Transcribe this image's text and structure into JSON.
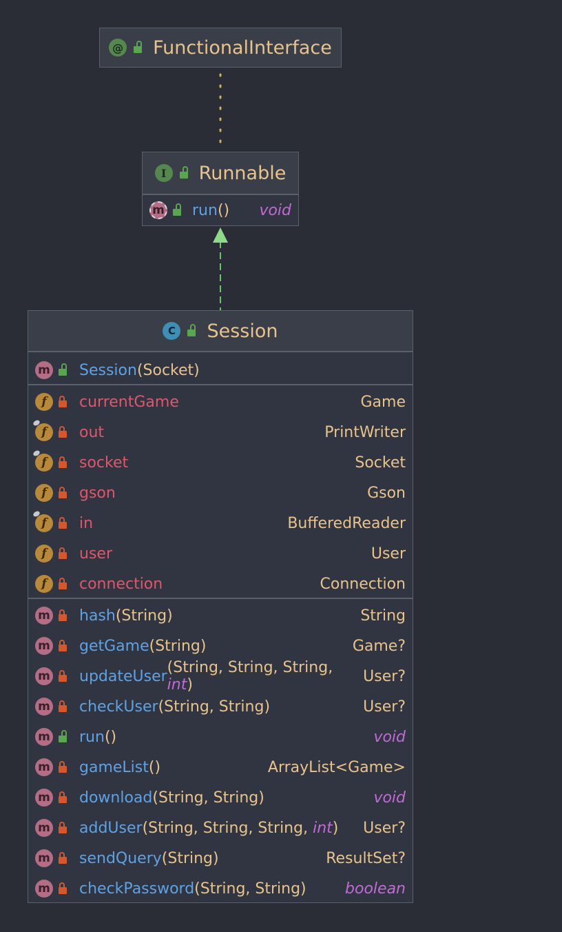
{
  "functional_interface": {
    "title": "FunctionalInterface",
    "badge": "@"
  },
  "runnable": {
    "title": "Runnable",
    "badge": "I",
    "methods": [
      {
        "name": "run",
        "params": "()",
        "returns": "void"
      }
    ]
  },
  "session": {
    "title": "Session",
    "badge": "C",
    "constructors": [
      {
        "name": "Session",
        "params": "(Socket)"
      }
    ],
    "fields": [
      {
        "name": "currentGame",
        "type": "Game"
      },
      {
        "name": "out",
        "type": "PrintWriter"
      },
      {
        "name": "socket",
        "type": "Socket"
      },
      {
        "name": "gson",
        "type": "Gson"
      },
      {
        "name": "in",
        "type": "BufferedReader"
      },
      {
        "name": "user",
        "type": "User"
      },
      {
        "name": "connection",
        "type": "Connection"
      }
    ],
    "methods": [
      {
        "name": "hash",
        "params": "(String)",
        "returns": "String"
      },
      {
        "name": "getGame",
        "params": "(String)",
        "returns": "Game?"
      },
      {
        "name": "updateUser",
        "params_pre": "(String, String, String, ",
        "params_kw": "int",
        "params_post": ")",
        "returns": "User?"
      },
      {
        "name": "checkUser",
        "params": "(String, String)",
        "returns": "User?"
      },
      {
        "name": "run",
        "params": "()",
        "returns": "void"
      },
      {
        "name": "gameList",
        "params": "()",
        "returns": "ArrayList<Game>"
      },
      {
        "name": "download",
        "params": "(String, String)",
        "returns": "void"
      },
      {
        "name": "addUser",
        "params_pre": "(String, String, String, ",
        "params_kw": "int",
        "params_post": ")",
        "returns": "User?"
      },
      {
        "name": "sendQuery",
        "params": "(String)",
        "returns": "ResultSet?"
      },
      {
        "name": "checkPassword",
        "params": "(String, String)",
        "returns": "boolean"
      }
    ]
  },
  "icon_badges": {
    "method": "m",
    "field": "f"
  },
  "colors": {
    "background": "#2b2d36",
    "node_fill": "#313541",
    "header_fill": "#3a3e48",
    "border": "#5b606b",
    "class_name": "#e8c38c",
    "method_name": "#5ea2e6",
    "field_name": "#e0566b",
    "keyword": "#c26ad6",
    "edge_dotted": "#c9b35a",
    "edge_implements": "#6fbf6a"
  }
}
